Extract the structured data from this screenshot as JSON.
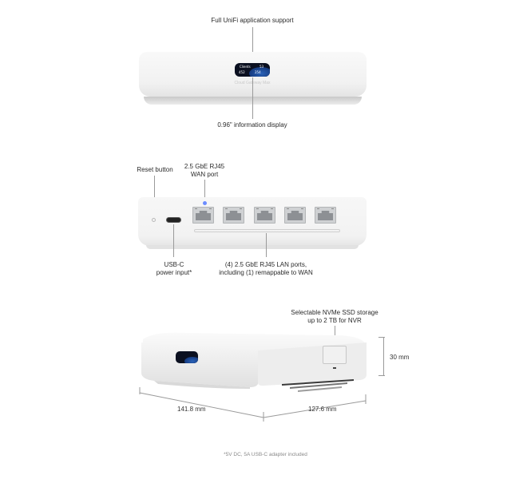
{
  "top_view": {
    "label_top": "Full UniFi application support",
    "label_bottom": "0.96\" information display",
    "screen_text": {
      "a": "Clients",
      "b": "53",
      "c": "452",
      "d": "254"
    },
    "engraving": "Cloud Gateway Max"
  },
  "rear_view": {
    "reset_label": "Reset button",
    "wan_label_line1": "2.5 GbE RJ45",
    "wan_label_line2": "WAN port",
    "usbc_label_line1": "USB-C",
    "usbc_label_line2": "power input*",
    "lan_label_line1": "(4) 2.5 GbE RJ45 LAN ports,",
    "lan_label_line2": "including (1) remappable to WAN"
  },
  "side_view": {
    "nvme_label_line1": "Selectable NVMe SSD storage",
    "nvme_label_line2": "up to 2 TB for NVR",
    "height_dim": "30 mm",
    "width_dim": "141.8 mm",
    "depth_dim": "127.6 mm"
  },
  "footnote": "*5V DC, 5A USB-C adapter included"
}
